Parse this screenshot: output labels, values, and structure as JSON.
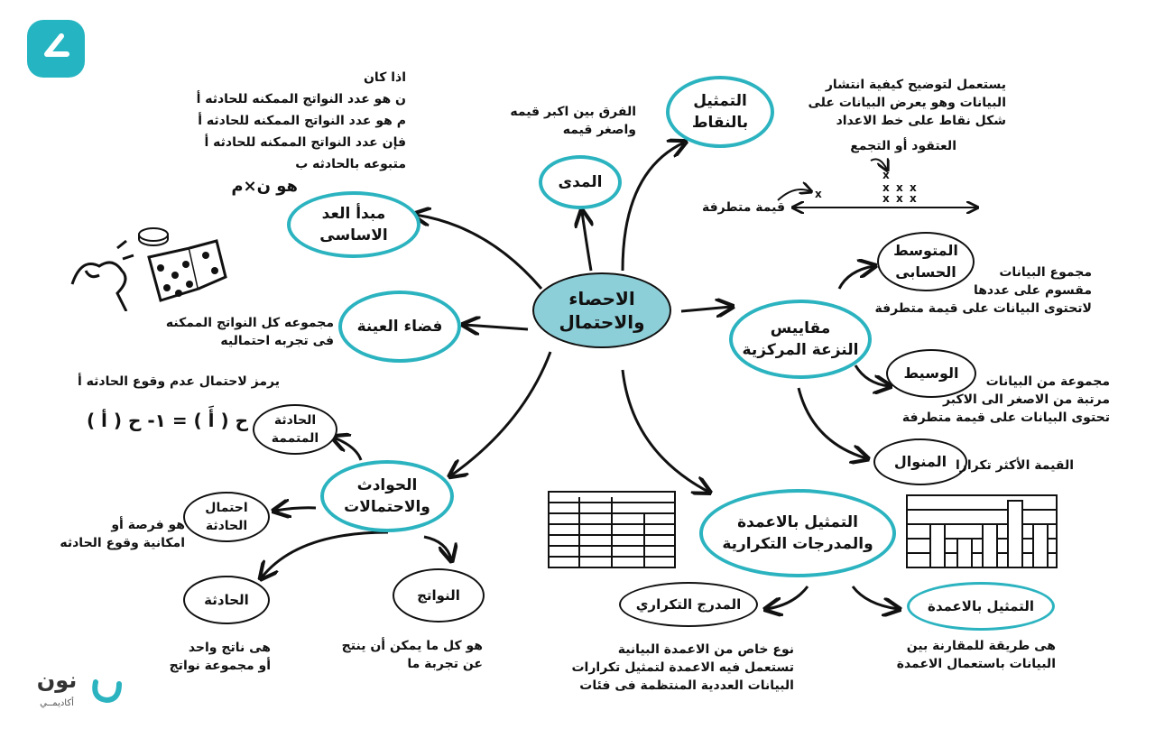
{
  "center": {
    "label": "الاحصاء\nوالاحتمال"
  },
  "nodes": {
    "mabda": "مبدأ العد\nالاساسى",
    "sample_space": "فضاء العينة",
    "events": "الحوادث\nوالاحتمالات",
    "complement": "الحادثة\nالمتممة",
    "prob_event": "احتمال\nالحادثة",
    "event": "الحادثة",
    "outcomes": "النواتج",
    "range": "المدى",
    "dot_plot": "التمثيل\nبالنقاط",
    "central": "مقاييس\nالنزعة المركزية",
    "mean": "المتوسط\nالحسابى",
    "median": "الوسيط",
    "mode": "المنوال",
    "bars": "التمثيل بالاعمدة\nوالمدرجات التكرارية",
    "histogram": "المدرج التكراري",
    "bar_chart": "التمثيل بالاعمدة"
  },
  "texts": {
    "counting_rule": [
      "اذا كان",
      "ن هو عدد النواتج الممكنه للحادثه أ",
      "م هو عدد النواتج الممكنه للحادثه أ",
      "فإن عدد النواتج الممكنه للحادثه أ",
      "متبوعه بالحادثه ب"
    ],
    "counting_formula": "هو ن×م",
    "sample_space_def": [
      "مجموعه كل النواتج الممكنه",
      "فى تجربه احتماليه"
    ],
    "complement_def": "يرمز لاحتمال عدم وقوع الحادثه أ",
    "complement_formula": "ح ( أَ ) = ١- ح ( أ )",
    "prob_def": [
      "هو فرصة أو",
      "امكانية وقوع الحادثه"
    ],
    "event_def": [
      "هى ناتج واحد",
      "أو مجموعة نواتج"
    ],
    "outcomes_def": [
      "هو كل ما يمكن أن ينتج",
      "عن تجربة ما"
    ],
    "range_def": [
      "الفرق بين اكبر قيمه",
      "واصغر قيمه"
    ],
    "dot_plot_def": [
      "يستعمل لتوضيح كيفية انتشار",
      "البيانات وهو يعرض البيانات على",
      "شكل نقاط على خط الاعداد"
    ],
    "cluster_label": "العتقود أو التجمع",
    "outlier_label": "قيمة متطرفة",
    "mean_def": [
      "مجموع البيانات",
      "مقسوم على عددها",
      "لاتحتوى البيانات على قيمة متطرفة"
    ],
    "median_def": [
      "مجموعة من البيانات",
      "مرتبة من الاصغر الى الاكبر",
      "تحتوى البيانات على قيمة متطرفة"
    ],
    "mode_def": "القيمة الأكثر تكرارا",
    "histogram_def": [
      "نوع خاص من الاعمدة البيانية",
      "تستعمل فيه الاعمدة لتمثيل تكرارات",
      "البيانات العددية المنتظمة فى فئات"
    ],
    "bar_chart_def": [
      "هى طريقة للمقارنة بين",
      "البيانات باستعمال الاعمدة"
    ]
  },
  "brand": {
    "name": "نون",
    "sub": "أكاديمــي",
    "accent": "#2bb3c0"
  }
}
